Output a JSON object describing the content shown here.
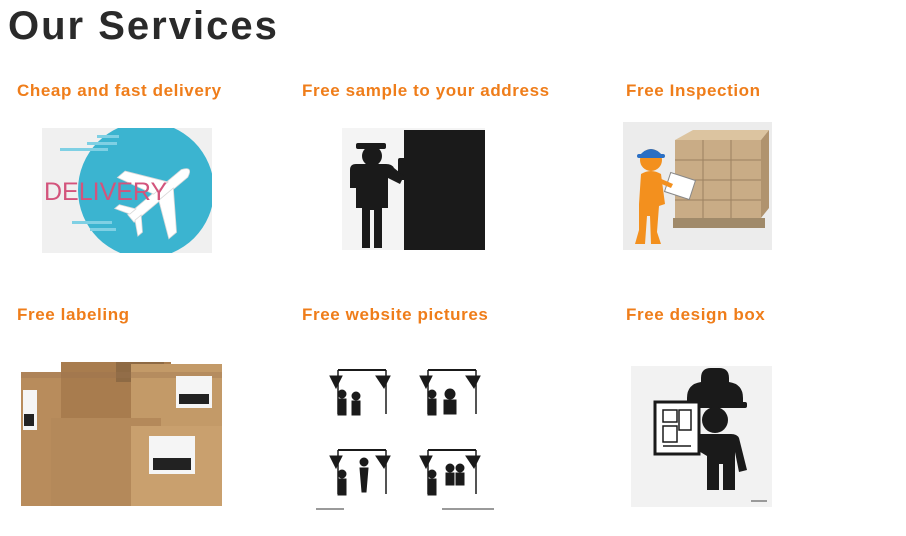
{
  "page": {
    "title": "Our Services"
  },
  "services": [
    {
      "title": "Cheap and fast delivery",
      "image": "delivery-airplane-image",
      "image_text": "DELIVERY"
    },
    {
      "title": "Free sample to your address",
      "image": "sample-handover-image"
    },
    {
      "title": "Free Inspection",
      "image": "inspection-pallet-image"
    },
    {
      "title": "Free labeling",
      "image": "labeled-boxes-image"
    },
    {
      "title": "Free website pictures",
      "image": "photo-studio-image"
    },
    {
      "title": "Free design box",
      "image": "design-blueprint-image"
    }
  ],
  "colors": {
    "heading": "#2a2a2a",
    "service_title": "#ef7d1a"
  }
}
